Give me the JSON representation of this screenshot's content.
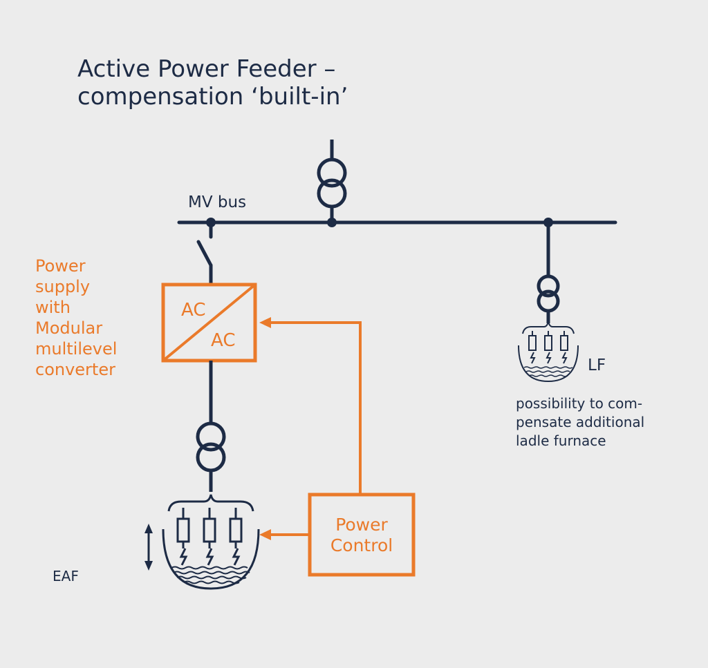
{
  "title": "Active Power Feeder –\ncompensation ‘built-in’",
  "bus_label": "MV bus",
  "converter_label": "Power\nsupply\nwith\nModular\nmultilevel\nconverter",
  "converter_box": {
    "input_label": "AC",
    "output_label": "AC"
  },
  "power_control_label": "Power\nControl",
  "lf": {
    "label": "LF",
    "note": "possibility to com-\npensate additional\nladle furnace"
  },
  "eaf_label": "EAF",
  "colors": {
    "navy": "#1d2b45",
    "orange": "#ea7a2a",
    "background": "#ececec"
  },
  "icons": [
    "transformer-icon",
    "switch-icon",
    "electrode-icon",
    "furnace-icon",
    "arrow-icon"
  ]
}
